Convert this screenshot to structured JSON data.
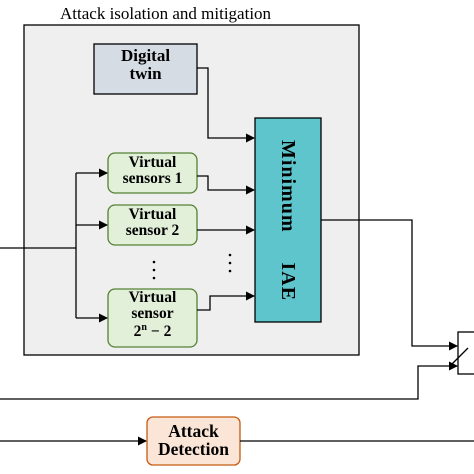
{
  "diagram": {
    "title": "Attack isolation and mitigation",
    "digital_twin": {
      "line1": "Digital",
      "line2": "twin"
    },
    "virtual_sensors": [
      {
        "line1": "Virtual",
        "line2": "sensors 1"
      },
      {
        "line1": "Virtual",
        "line2": "sensor 2"
      },
      {
        "line1": "Virtual",
        "line2": "sensor",
        "line3_base": "2",
        "line3_sup": "n",
        "line3_rest": " − 2"
      }
    ],
    "minimum_iae": "Minimum IAE",
    "attack_detection": {
      "line1": "Attack",
      "line2": "Detection"
    },
    "colors": {
      "outer_panel_fill": "#efefef",
      "digital_twin_fill": "#d6dce4",
      "virtual_sensor_fill": "#e2efd9",
      "virtual_sensor_stroke": "#548235",
      "minimum_iae_fill": "#5ec5cc",
      "attack_detection_fill": "#fbe5d6",
      "attack_detection_stroke": "#c55a11",
      "line": "#000000"
    }
  }
}
